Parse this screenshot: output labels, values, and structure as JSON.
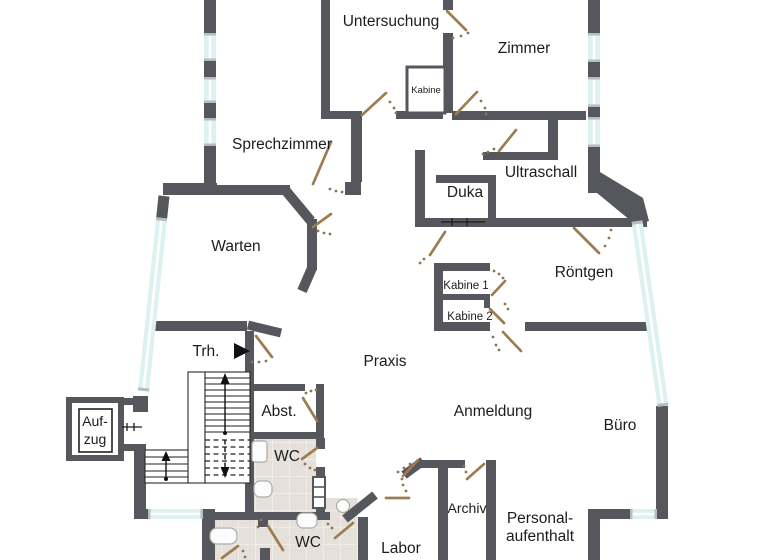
{
  "plan": {
    "rooms": {
      "untersuchung": "Untersuchung",
      "zimmer": "Zimmer",
      "kabine": "Kabine",
      "sprechzimmer": "Sprechzimmer",
      "ultraschall": "Ultraschall",
      "duka": "Duka",
      "warten": "Warten",
      "roentgen": "Röntgen",
      "kabine1": "Kabine 1",
      "kabine2": "Kabine 2",
      "trh": "Trh.",
      "praxis": "Praxis",
      "anmeldung": "Anmeldung",
      "buero": "Büro",
      "abst": "Abst.",
      "wc": "WC",
      "labor": "Labor",
      "archiv": "Archiv"
    },
    "multiline": {
      "personalaufenthalt": [
        "Personal-",
        "aufenthalt"
      ],
      "aufzug": [
        "Auf-",
        "zug"
      ]
    }
  },
  "colors": {
    "wall": "#56575d",
    "glass": "#ddf1f1",
    "glass_frame": "#b6bcc0",
    "door_leaf": "#9d7c50",
    "door_dots": "#8d7455",
    "tile": "#e5e1da",
    "tile_line": "#f6f4f0",
    "fixture": "#fcfcfc",
    "fixture_border": "#ababab",
    "text": "#1c1c1c"
  }
}
